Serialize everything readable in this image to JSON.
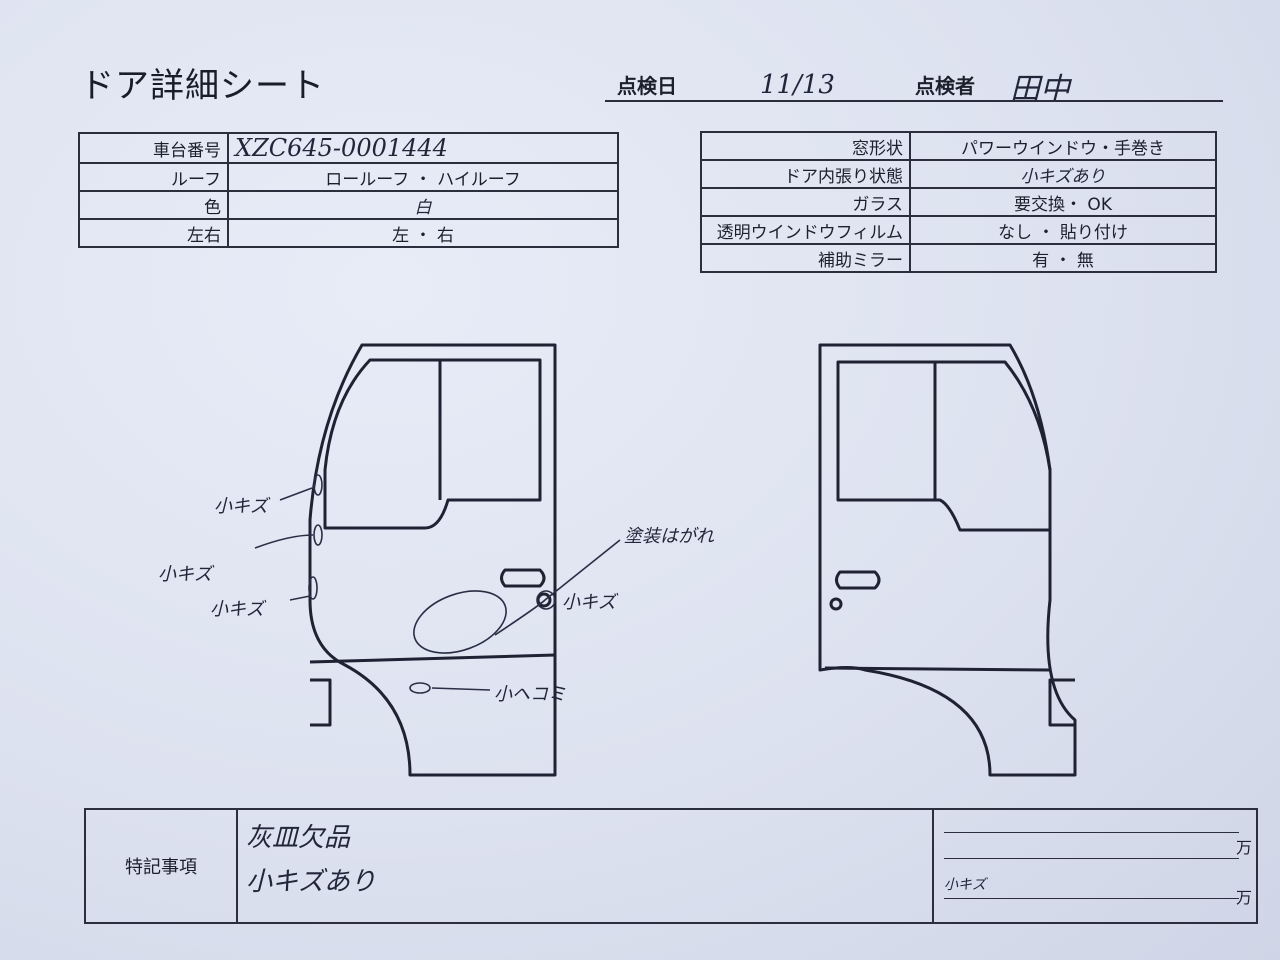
{
  "title": "ドア詳細シート",
  "header": {
    "inspection_date_label": "点検日",
    "inspection_date_value": "11/13",
    "inspector_label": "点検者",
    "inspector_value": "田中"
  },
  "left_table": [
    {
      "label": "車台番号",
      "value": "XZC645-0001444"
    },
    {
      "label": "ルーフ",
      "value": "ロールーフ ・ ハイルーフ"
    },
    {
      "label": "色",
      "value": "白"
    },
    {
      "label": "左右",
      "value": "左 ・ 右"
    }
  ],
  "right_table": [
    {
      "label": "窓形状",
      "value": "パワーウインドウ・手巻き"
    },
    {
      "label": "ドア内張り状態",
      "value": "小キズあり"
    },
    {
      "label": "ガラス",
      "value": "要交換・ OK"
    },
    {
      "label": "透明ウインドウフィルム",
      "value": "なし ・ 貼り付け"
    },
    {
      "label": "補助ミラー",
      "value": "有 ・ 無"
    }
  ],
  "door_notes": {
    "note1": "小キズ",
    "note2": "小キズ",
    "note3": "小キズ",
    "note4": "塗装はがれ",
    "note5": "小キズ",
    "note6": "小ヘコミ"
  },
  "remarks": {
    "label": "特記事項",
    "line1": "灰皿欠品",
    "line2": "小キズあり",
    "price_unit1": "万",
    "price_unit2": "万",
    "price_note": "小キズ"
  }
}
